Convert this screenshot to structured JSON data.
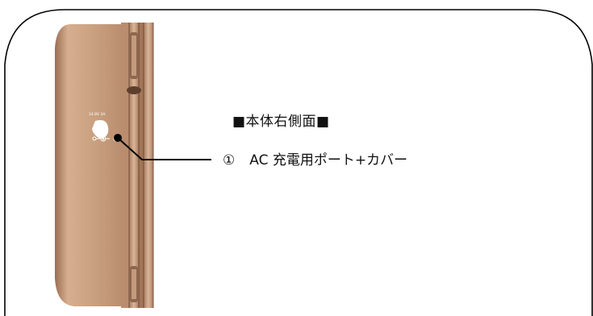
{
  "title": "■本体右側面■",
  "callouts": [
    {
      "number": "①",
      "label": "AC 充電用ポート+カバー"
    }
  ],
  "device_markings": {
    "rating": "14.8V 3A"
  },
  "colors": {
    "device_body": "#c59a7a",
    "outline": "#000000"
  }
}
